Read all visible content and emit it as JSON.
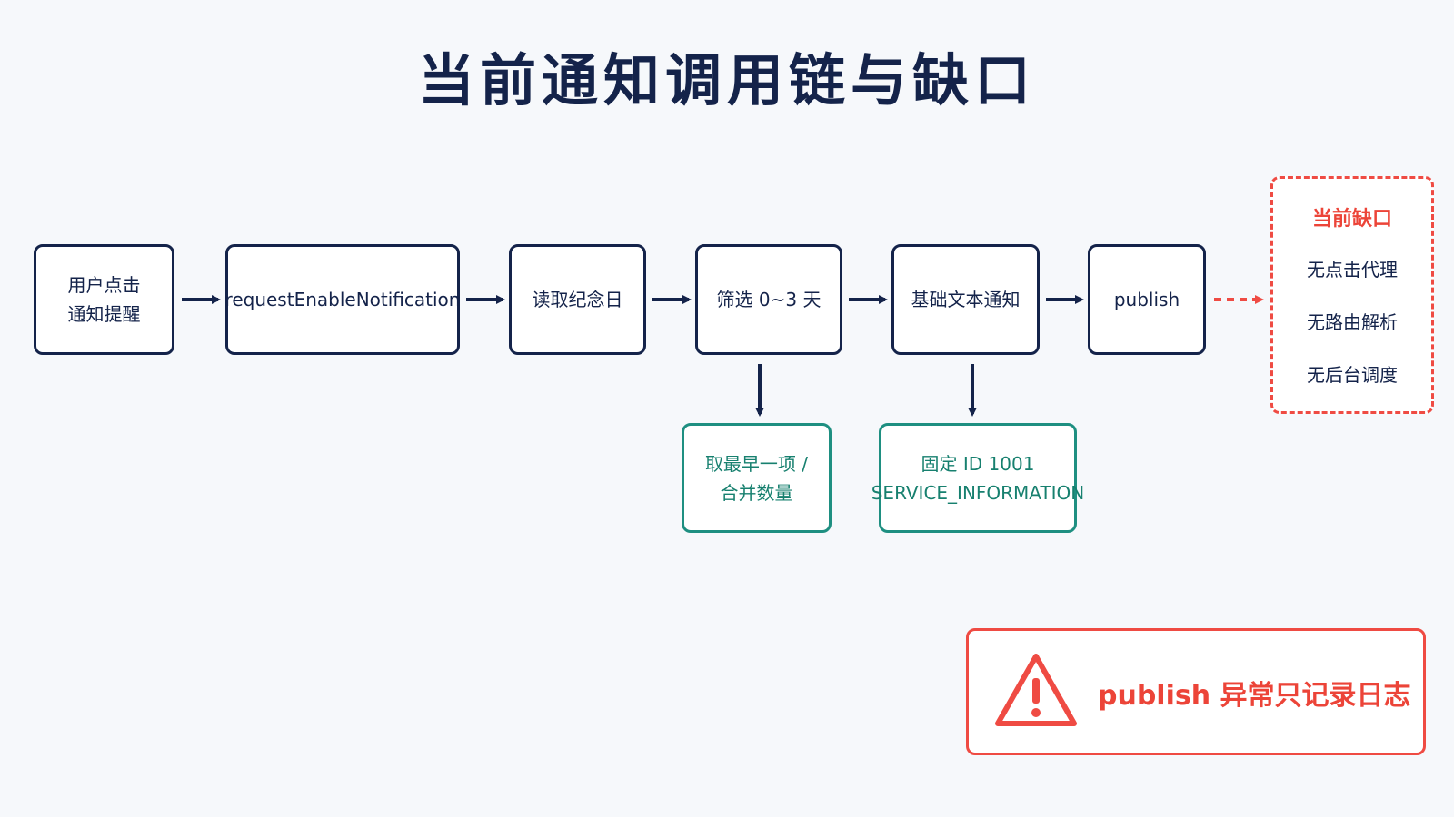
{
  "title": "当前通知调用链与缺口",
  "flow": {
    "nodes": [
      {
        "line1": "用户点击",
        "line2": "通知提醒"
      },
      {
        "line1": "requestEnableNotification",
        "line2": ""
      },
      {
        "line1": "读取纪念日",
        "line2": ""
      },
      {
        "line1": "筛选 0~3 天",
        "line2": ""
      },
      {
        "line1": "基础文本通知",
        "line2": ""
      },
      {
        "line1": "publish",
        "line2": ""
      }
    ],
    "branches": [
      {
        "line1": "取最早一项 /",
        "line2": "合并数量"
      },
      {
        "line1": "固定 ID 1001",
        "line2": "SERVICE_INFORMATION"
      }
    ]
  },
  "gaps": {
    "title": "当前缺口",
    "items": [
      "无点击代理",
      "无路由解析",
      "无后台调度"
    ]
  },
  "warning": {
    "text": "publish 异常只记录日志",
    "icon": "warning-triangle-icon"
  },
  "colors": {
    "navy": "#14234a",
    "teal": "#1e8f81",
    "red": "#ef4b43"
  }
}
